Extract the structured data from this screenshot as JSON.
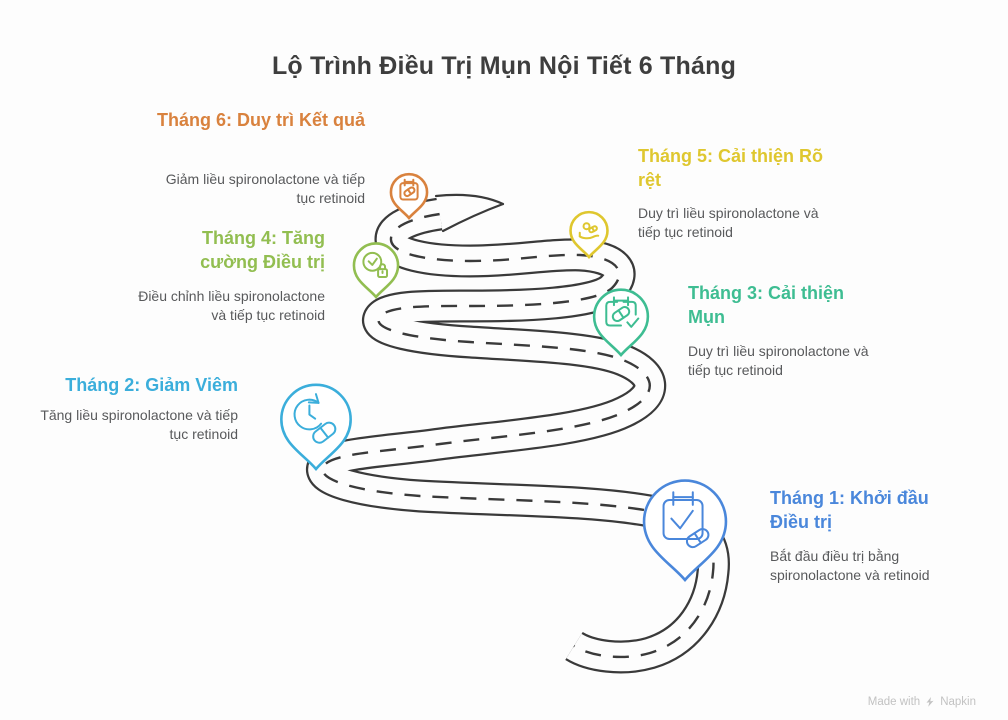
{
  "title": "Lộ Trình Điều Trị Mụn Nội Tiết 6 Tháng",
  "road_color": "#3a3a3a",
  "months": [
    {
      "num": "1",
      "label": "Tháng 1: Khởi đầu Điều trị",
      "desc": "Bắt đầu điều trị bằng spironolactone và retinoid",
      "color": "#4A87DB",
      "icon": "calendar-check-pill-icon"
    },
    {
      "num": "2",
      "label": "Tháng 2: Giảm Viêm",
      "desc": "Tăng liều spironolactone và tiếp tục retinoid",
      "color": "#3BAEDB",
      "icon": "refresh-clock-pill-icon"
    },
    {
      "num": "3",
      "label": "Tháng 3: Cải thiện Mụn",
      "desc": "Duy trì liều spironolactone và tiếp tục retinoid",
      "color": "#3EBD92",
      "icon": "calendar-pill-check-icon"
    },
    {
      "num": "4",
      "label": "Tháng 4: Tăng cường Điều trị",
      "desc": "Điều chỉnh liều spironolactone và tiếp tục retinoid",
      "color": "#92BE51",
      "icon": "clock-lock-icon"
    },
    {
      "num": "5",
      "label": "Tháng 5: Cải thiện Rõ rệt",
      "desc": "Duy trì liều spironolactone và tiếp tục retinoid",
      "color": "#DFC72F",
      "icon": "hand-coins-icon"
    },
    {
      "num": "6",
      "label": "Tháng 6: Duy trì Kết quả",
      "desc": "Giảm liều spironolactone và tiếp tục retinoid",
      "color": "#D9823E",
      "icon": "calendar-pill-icon"
    }
  ],
  "watermark": {
    "text": "Made with",
    "brand": "Napkin"
  }
}
